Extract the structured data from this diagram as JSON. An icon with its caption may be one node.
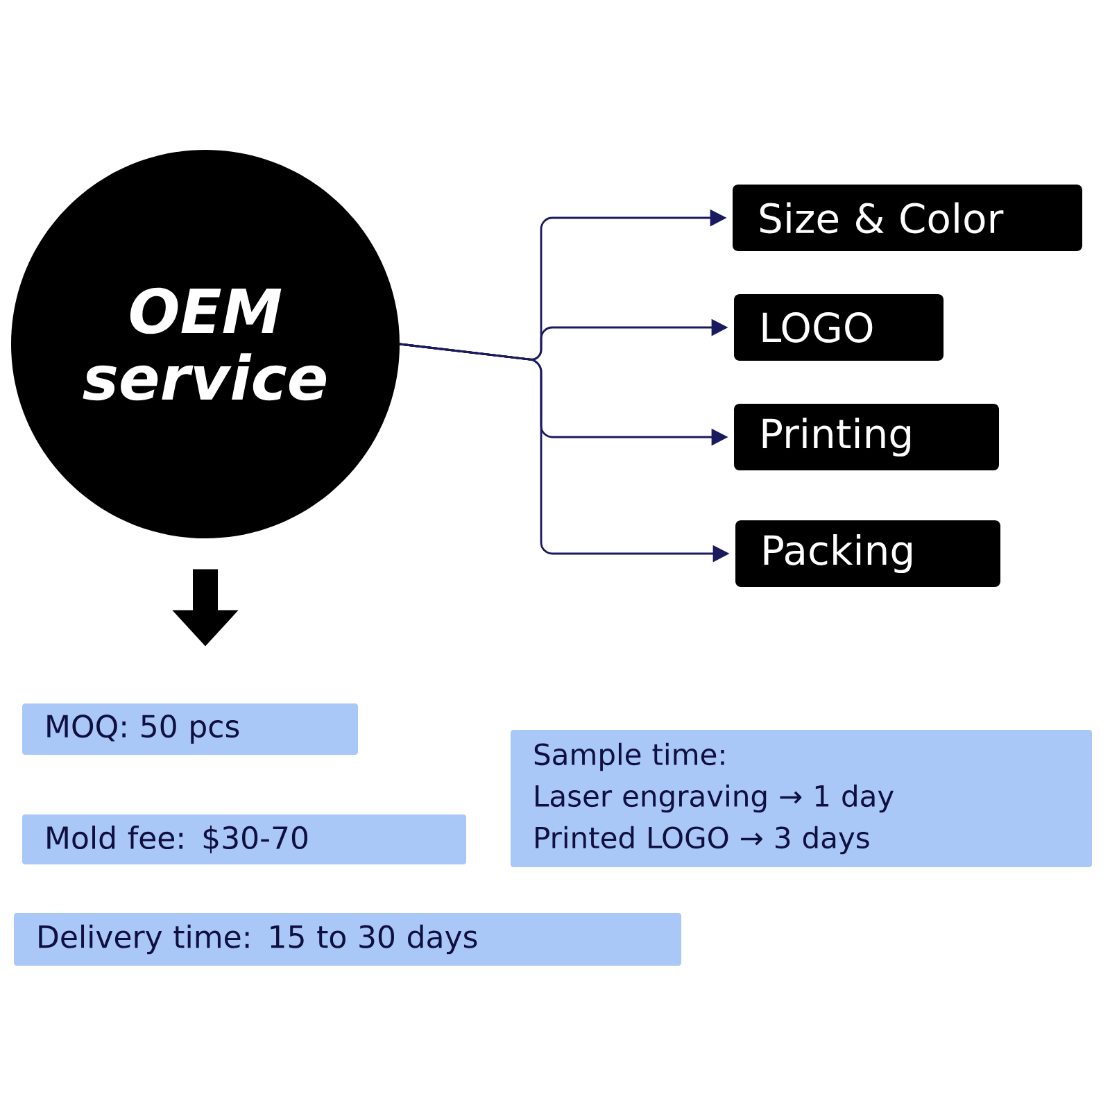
{
  "diagram": {
    "nodes": [
      {
        "text": [
          "OEM service"
        ]
      },
      {
        "text": [
          "Size & Color"
        ]
      },
      {
        "text": [
          "LOGO"
        ]
      },
      {
        "text": [
          "Printing"
        ]
      },
      {
        "text": [
          "Packing"
        ]
      },
      {
        "text": [
          "MOQ: 50 pcs"
        ]
      },
      {
        "text": [
          "Sample time:",
          "Laser engraving → 1 day",
          "Printed LOGO → 3 days"
        ]
      },
      {
        "text": [
          "Mold fee: $30-70"
        ]
      },
      {
        "text": [
          "Delivery time: 15 to 30 days"
        ]
      }
    ],
    "edges": [
      {
        "from": 0,
        "to": 1,
        "arrow": "to"
      },
      {
        "from": 0,
        "to": 2,
        "arrow": "to"
      },
      {
        "from": 0,
        "to": 3,
        "arrow": "to"
      },
      {
        "from": 0,
        "to": 4,
        "arrow": "to"
      },
      {
        "from": 0,
        "to": 5,
        "arrow": "to",
        "style": "thick",
        "color": "#000000"
      }
    ]
  }
}
